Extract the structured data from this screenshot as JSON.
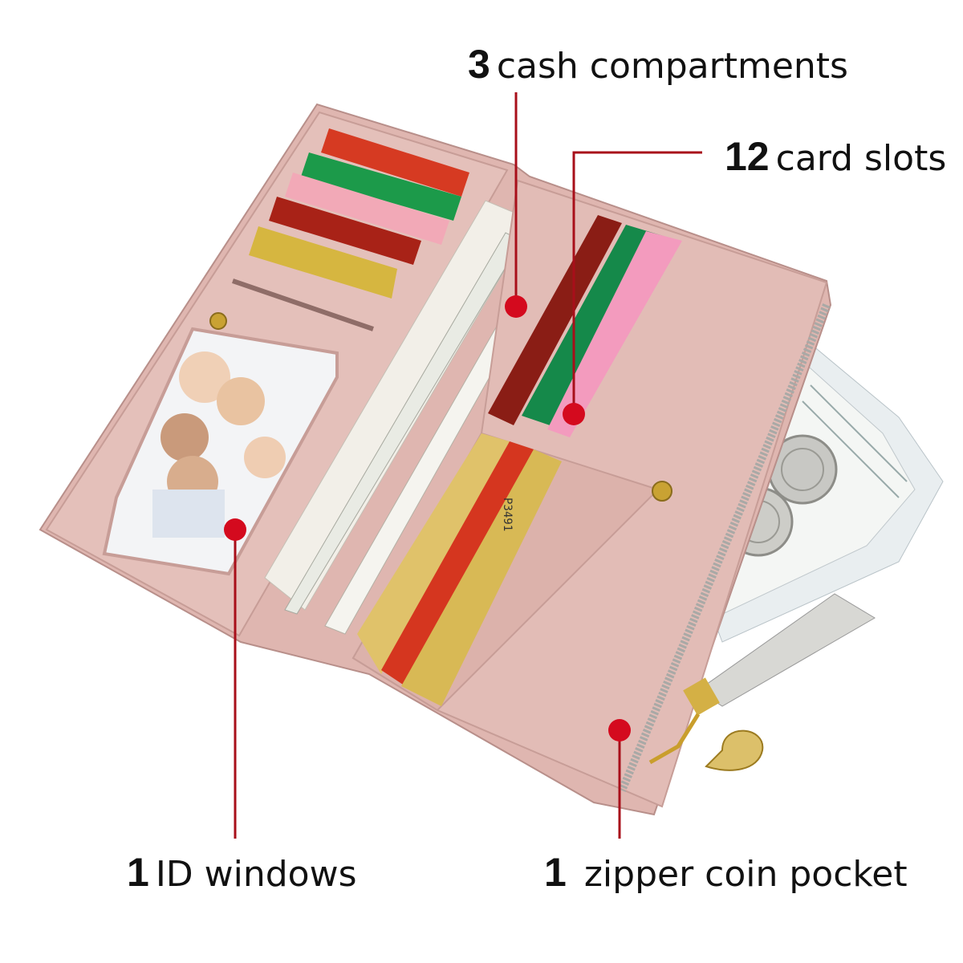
{
  "colors": {
    "callout_red": "#d40a1e",
    "callout_line": "#a80f1a",
    "leather_pink": "#e2bcb6",
    "text": "#111111"
  },
  "callouts": [
    {
      "id": "cash",
      "number": "3",
      "text": "cash compartments"
    },
    {
      "id": "cards",
      "number": "12",
      "text": "card slots"
    },
    {
      "id": "id",
      "number": "1",
      "text": "ID windows"
    },
    {
      "id": "zipper",
      "number": "1",
      "text": "zipper coin pocket"
    }
  ],
  "card_print": "P3491"
}
